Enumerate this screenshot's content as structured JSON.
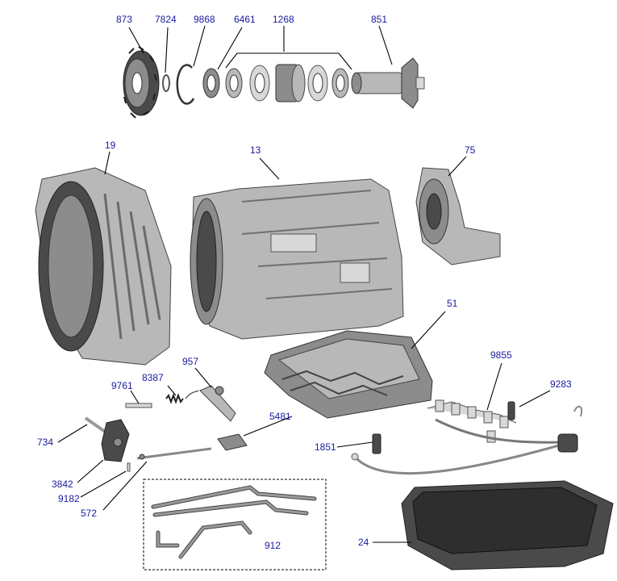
{
  "diagram": {
    "callouts": {
      "c873": "873",
      "c7824": "7824",
      "c9868": "9868",
      "c6461": "6461",
      "c1268": "1268",
      "c851": "851",
      "c19": "19",
      "c13": "13",
      "c75": "75",
      "c51": "51",
      "c9855": "9855",
      "c9283": "9283",
      "c957": "957",
      "c8387": "8387",
      "c9761": "9761",
      "c734": "734",
      "c5481": "5481",
      "c1851": "1851",
      "c3842": "3842",
      "c9182": "9182",
      "c572": "572",
      "c912": "912",
      "c24": "24"
    },
    "colors": {
      "callout_text": "#1a1aa0",
      "leader_line": "#000000",
      "background": "#ffffff"
    }
  }
}
